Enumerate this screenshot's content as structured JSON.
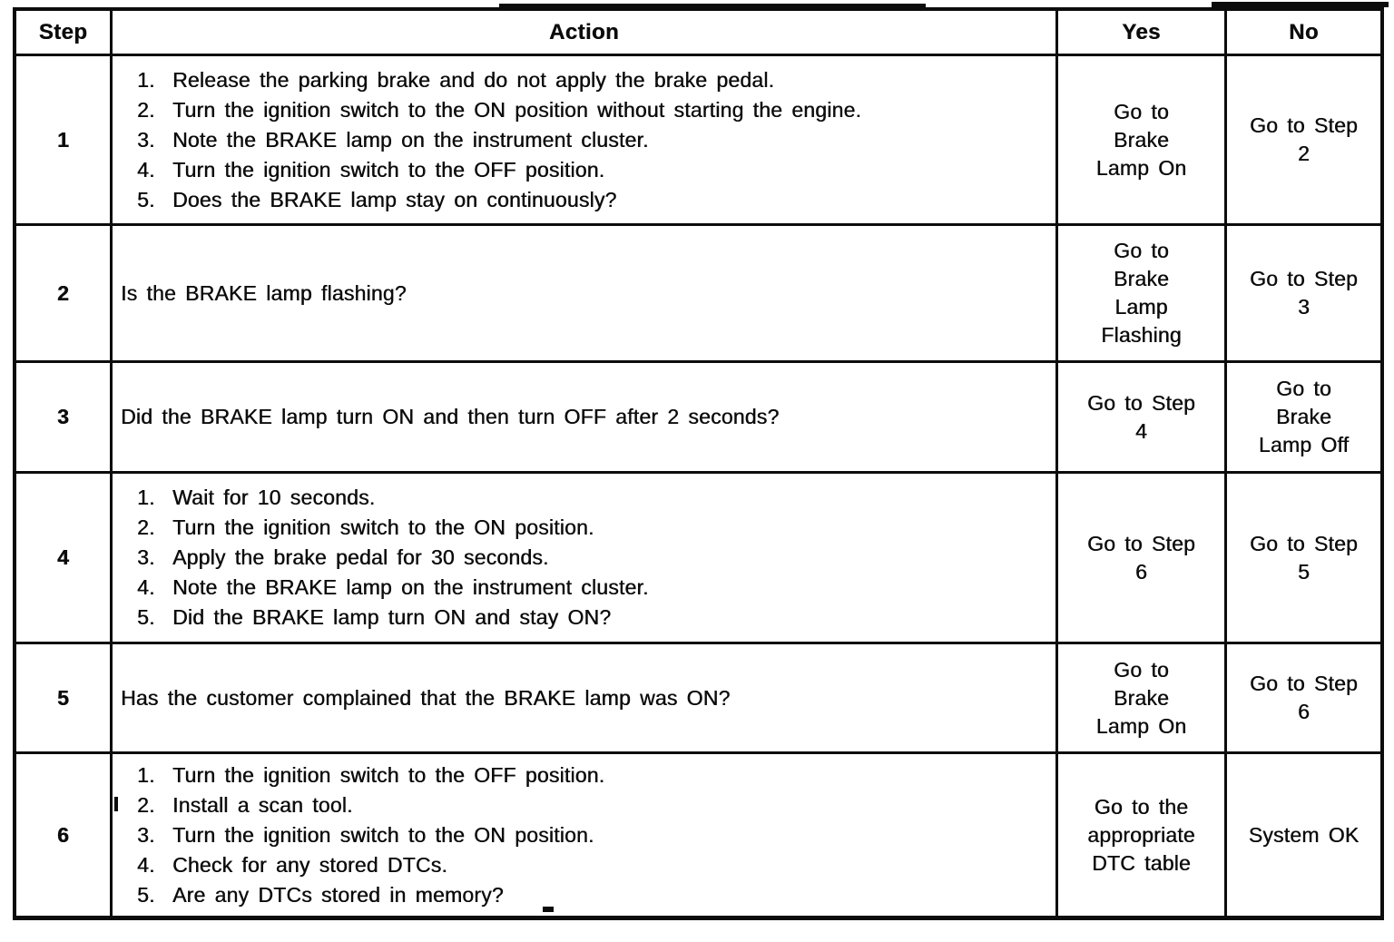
{
  "headers": {
    "step": "Step",
    "action": "Action",
    "yes": "Yes",
    "no": "No"
  },
  "rows": [
    {
      "step": "1",
      "items": [
        {
          "n": "1.",
          "t": "Release the parking brake and do not apply the brake pedal."
        },
        {
          "n": "2.",
          "t": "Turn the ignition switch to the ON position without starting the engine."
        },
        {
          "n": "3.",
          "t": "Note the BRAKE lamp on the instrument cluster."
        },
        {
          "n": "4.",
          "t": "Turn the ignition switch to the OFF position."
        },
        {
          "n": "5.",
          "t": "Does the BRAKE lamp stay on continuously?"
        }
      ],
      "yes": "Go to\nBrake\nLamp On",
      "no": "Go to Step\n2"
    },
    {
      "step": "2",
      "question": "Is the BRAKE lamp flashing?",
      "yes": "Go to\nBrake\nLamp\nFlashing",
      "no": "Go to Step\n3"
    },
    {
      "step": "3",
      "question": "Did the BRAKE lamp turn ON and then turn OFF after 2 seconds?",
      "yes": "Go to Step\n4",
      "no": "Go to\nBrake\nLamp Off"
    },
    {
      "step": "4",
      "items": [
        {
          "n": "1.",
          "t": "Wait for 10 seconds."
        },
        {
          "n": "2.",
          "t": "Turn the ignition switch to the ON position."
        },
        {
          "n": "3.",
          "t": "Apply the brake pedal for 30 seconds."
        },
        {
          "n": "4.",
          "t": "Note the BRAKE lamp on the instrument cluster."
        },
        {
          "n": "5.",
          "t": "Did the BRAKE lamp turn ON and stay ON?"
        }
      ],
      "yes": "Go to Step\n6",
      "no": "Go to Step\n5"
    },
    {
      "step": "5",
      "question": "Has the customer complained that the BRAKE lamp was ON?",
      "yes": "Go to\nBrake\nLamp On",
      "no": "Go to Step\n6"
    },
    {
      "step": "6",
      "items": [
        {
          "n": "1.",
          "t": "Turn the ignition switch to the OFF position."
        },
        {
          "n": "2.",
          "t": "Install a scan tool."
        },
        {
          "n": "3.",
          "t": "Turn the ignition switch to the ON position."
        },
        {
          "n": "4.",
          "t": "Check for any stored DTCs."
        },
        {
          "n": "5.",
          "t": "Are any DTCs stored in memory?"
        }
      ],
      "yes": "Go to the\nappropriate\nDTC table",
      "no": "System OK"
    }
  ]
}
